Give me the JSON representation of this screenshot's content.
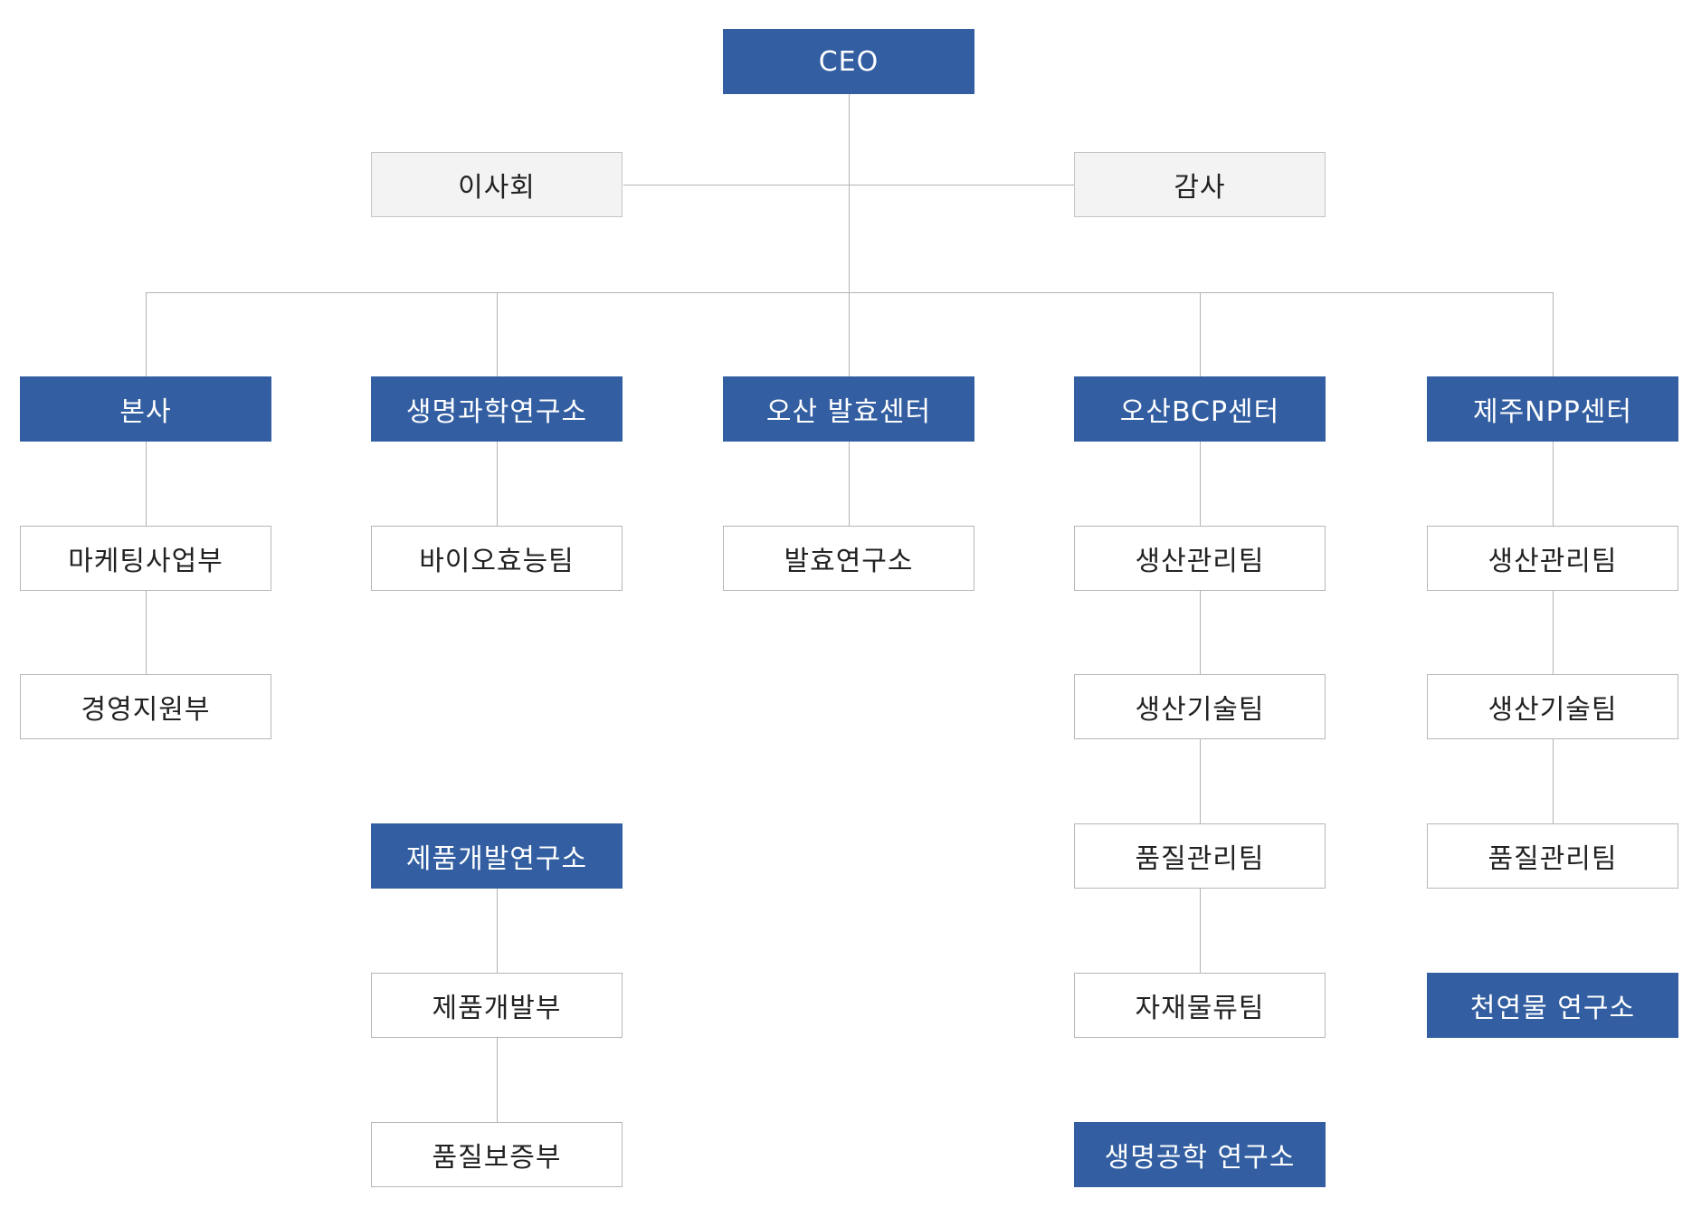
{
  "org": {
    "ceo": "CEO",
    "board": "이사회",
    "audit": "감사",
    "divisions": [
      {
        "head": "본사",
        "units": [
          "마케팅사업부",
          "경영지원부"
        ]
      },
      {
        "head": "생명과학연구소",
        "units": [
          "바이오효능팀"
        ],
        "sub": {
          "head": "제품개발연구소",
          "units": [
            "제품개발부",
            "품질보증부"
          ]
        }
      },
      {
        "head": "오산 발효센터",
        "units": [
          "발효연구소"
        ]
      },
      {
        "head": "오산BCP센터",
        "units": [
          "생산관리팀",
          "생산기술팀",
          "품질관리팀",
          "자재물류팀"
        ],
        "lab": "생명공학 연구소"
      },
      {
        "head": "제주NPP센터",
        "units": [
          "생산관리팀",
          "생산기술팀",
          "품질관리팀"
        ],
        "lab": "천연물 연구소"
      }
    ]
  },
  "colors": {
    "primary": "#335fa2",
    "advisory_bg": "#f3f3f3",
    "line": "#b3b3b3"
  }
}
